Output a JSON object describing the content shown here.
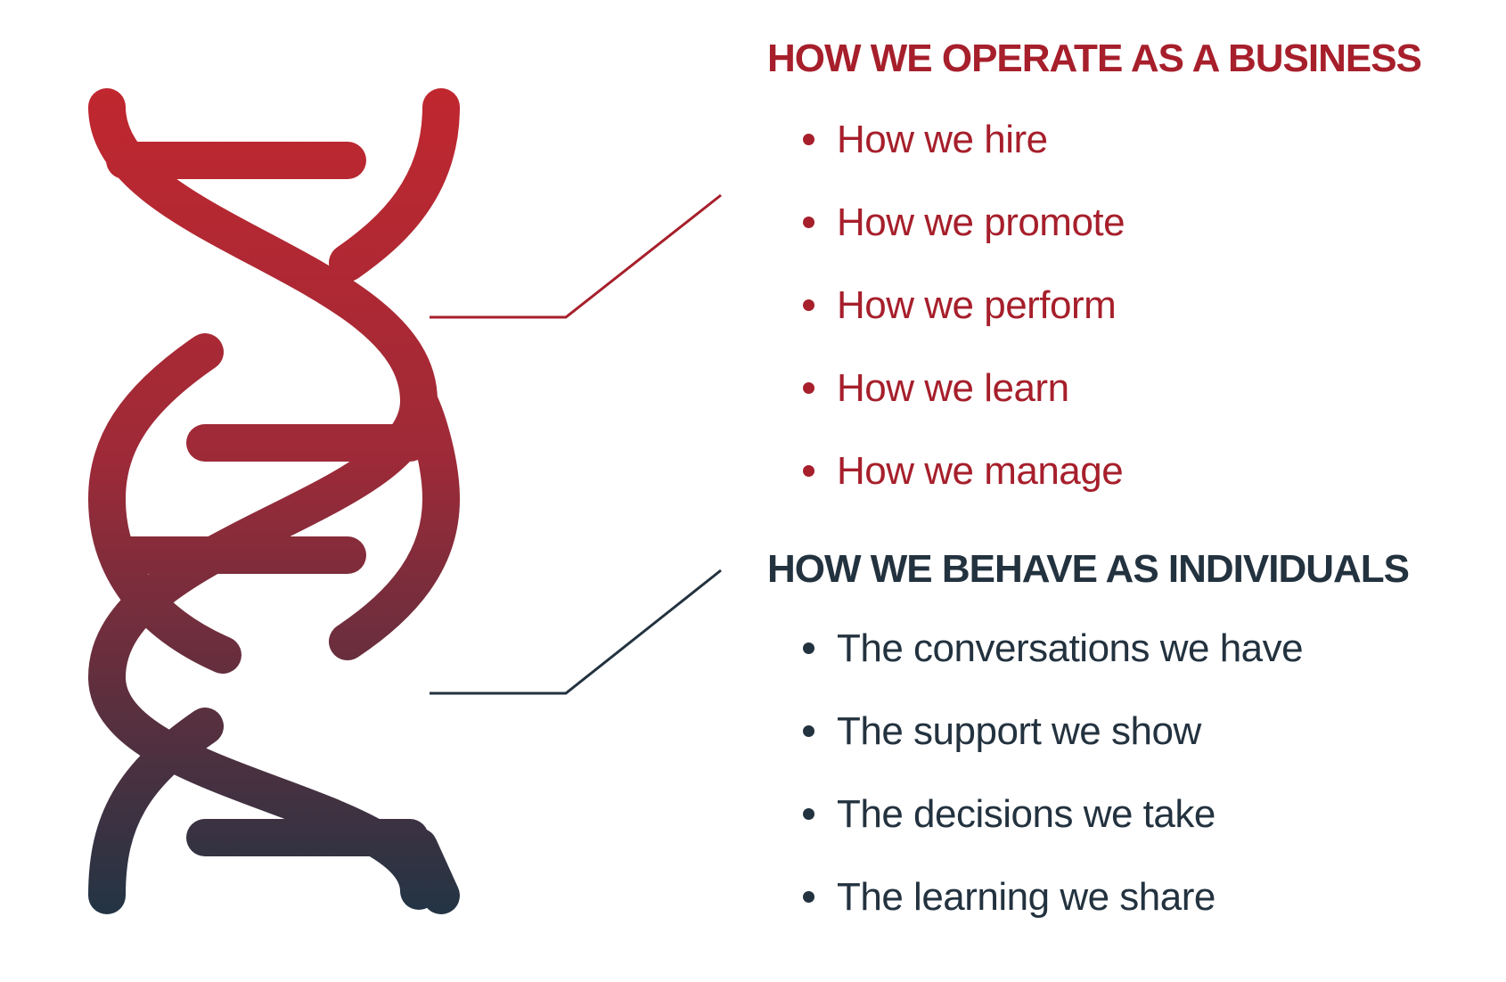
{
  "colors": {
    "business": "#a61f2b",
    "individual": "#23323f",
    "helix_top": "#c0272f",
    "helix_bottom": "#243444"
  },
  "icon": "dna-helix-icon",
  "business": {
    "heading": "HOW WE OPERATE AS A BUSINESS",
    "items": [
      "How we hire",
      "How we promote",
      "How we perform",
      "How we learn",
      "How we manage"
    ]
  },
  "individual": {
    "heading": "HOW WE BEHAVE AS INDIVIDUALS",
    "items": [
      "The conversations we have",
      "The support we show",
      "The decisions we take",
      "The learning we share"
    ]
  }
}
